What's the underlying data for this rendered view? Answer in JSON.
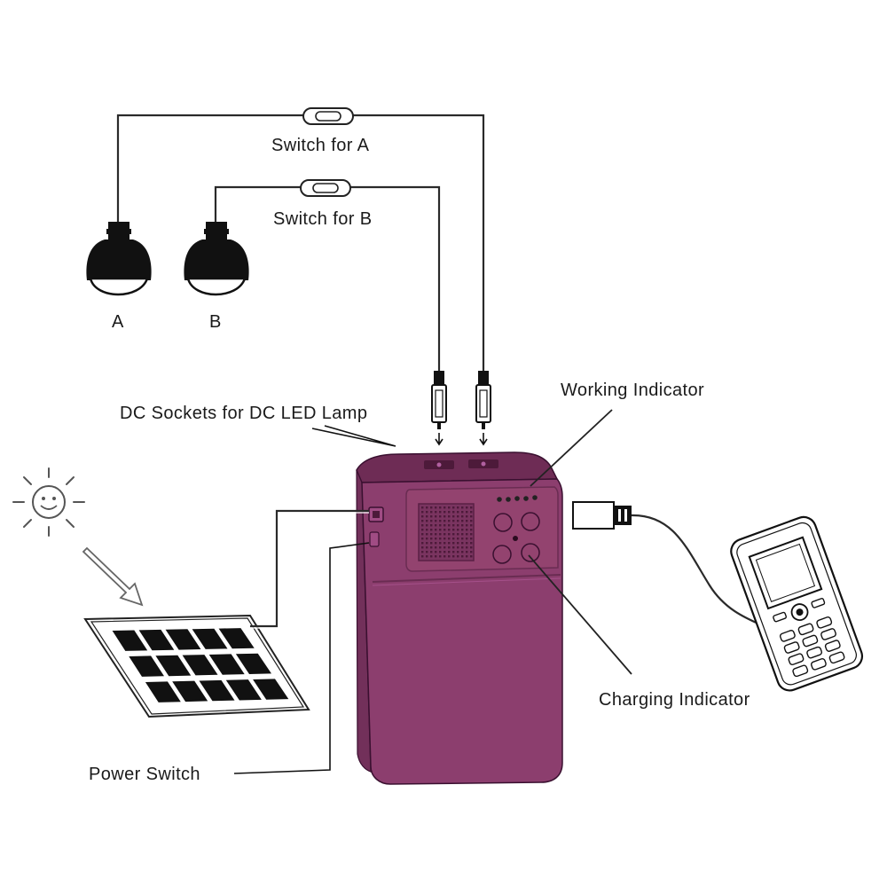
{
  "labels": {
    "switch_a": "Switch for A",
    "switch_b": "Switch for B",
    "lamp_a": "A",
    "lamp_b": "B",
    "dc_sockets": "DC Sockets for DC LED Lamp",
    "working_indicator": "Working Indicator",
    "charging_indicator": "Charging Indicator",
    "power_switch": "Power Switch"
  },
  "colors": {
    "device_body": "#8c3e6e",
    "device_dark": "#6e2c55",
    "device_light": "#a5508a",
    "lines": "#222222"
  },
  "icons": [
    "sun-icon",
    "solar-panel-icon",
    "led-bulb-icon",
    "mobile-phone-icon",
    "usb-plug-icon",
    "dc-plug-icon",
    "rocker-switch-icon",
    "speaker-grille-icon"
  ]
}
